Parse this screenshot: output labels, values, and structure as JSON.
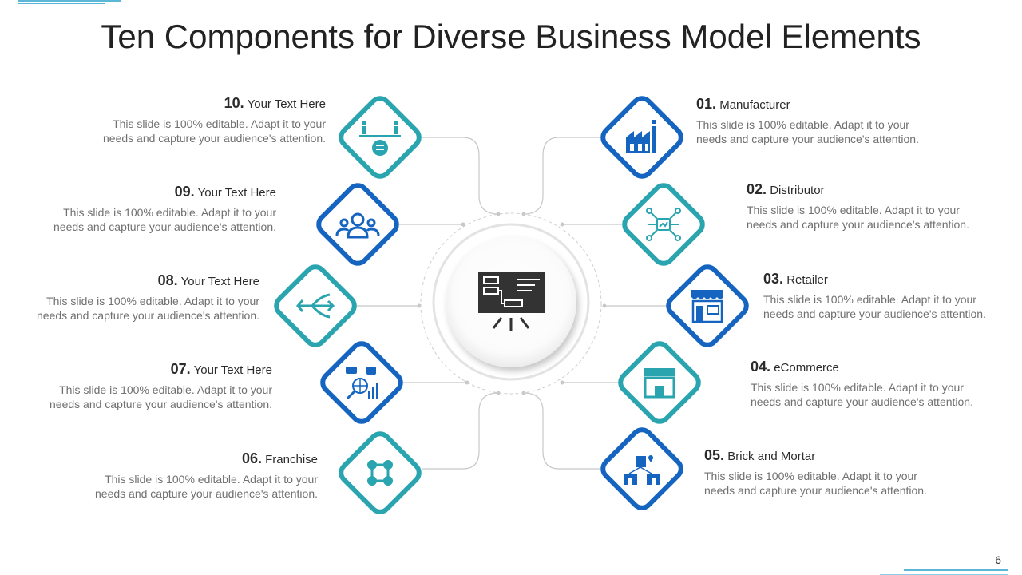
{
  "title": "Ten Components for Diverse Business Model Elements",
  "page_number": "6",
  "colors": {
    "blue": "#1565c0",
    "teal": "#2aa5b0",
    "connector": "#c8c8c8",
    "text": "#2b2b2b",
    "desc": "#707070"
  },
  "center": {
    "icon": "flowchart-board-icon"
  },
  "items": [
    {
      "id": "01",
      "num": "01.",
      "label": "Manufacturer",
      "desc1": "This slide is 100% editable. Adapt it to your",
      "desc2": "needs and capture your audience's attention.",
      "icon": "factory-icon",
      "color": "blue"
    },
    {
      "id": "02",
      "num": "02.",
      "label": "Distributor",
      "desc1": "This slide is 100% editable. Adapt it to your",
      "desc2": "needs and capture your audience's attention.",
      "icon": "distribution-network-icon",
      "color": "teal"
    },
    {
      "id": "03",
      "num": "03.",
      "label": "Retailer",
      "desc1": "This slide is 100% editable. Adapt it to your",
      "desc2": "needs and capture your audience's attention.",
      "icon": "storefront-icon",
      "color": "blue"
    },
    {
      "id": "04",
      "num": "04.",
      "label": "eCommerce",
      "desc1": "This slide is 100% editable. Adapt it to your",
      "desc2": "needs and capture your audience's attention.",
      "icon": "online-shop-icon",
      "color": "teal"
    },
    {
      "id": "05",
      "num": "05.",
      "label": "Brick and Mortar",
      "desc1": "This slide is 100% editable. Adapt it to your",
      "desc2": "needs and capture your audience's attention.",
      "icon": "buildings-location-icon",
      "color": "blue"
    },
    {
      "id": "06",
      "num": "06.",
      "label": "Franchise",
      "desc1": "This slide is 100% editable. Adapt it to your",
      "desc2": "needs and capture your audience's attention.",
      "icon": "network-nodes-icon",
      "color": "teal"
    },
    {
      "id": "07",
      "num": "07.",
      "label": "Your Text Here",
      "desc1": "This slide is 100% editable. Adapt it to your",
      "desc2": "needs and capture your audience's attention.",
      "icon": "global-analytics-icon",
      "color": "blue"
    },
    {
      "id": "08",
      "num": "08.",
      "label": "Your Text Here",
      "desc1": "This slide is 100% editable. Adapt it to your",
      "desc2": "needs and capture your audience's attention.",
      "icon": "diverging-arrows-icon",
      "color": "teal"
    },
    {
      "id": "09",
      "num": "09.",
      "label": "Your Text Here",
      "desc1": "This slide is 100% editable. Adapt it to your",
      "desc2": "needs and capture your audience's attention.",
      "icon": "team-group-icon",
      "color": "blue"
    },
    {
      "id": "10",
      "num": "10.",
      "label": "Your Text Here",
      "desc1": "This slide is 100% editable. Adapt it to your",
      "desc2": "needs and capture your audience's attention.",
      "icon": "balance-equality-icon",
      "color": "teal"
    }
  ]
}
